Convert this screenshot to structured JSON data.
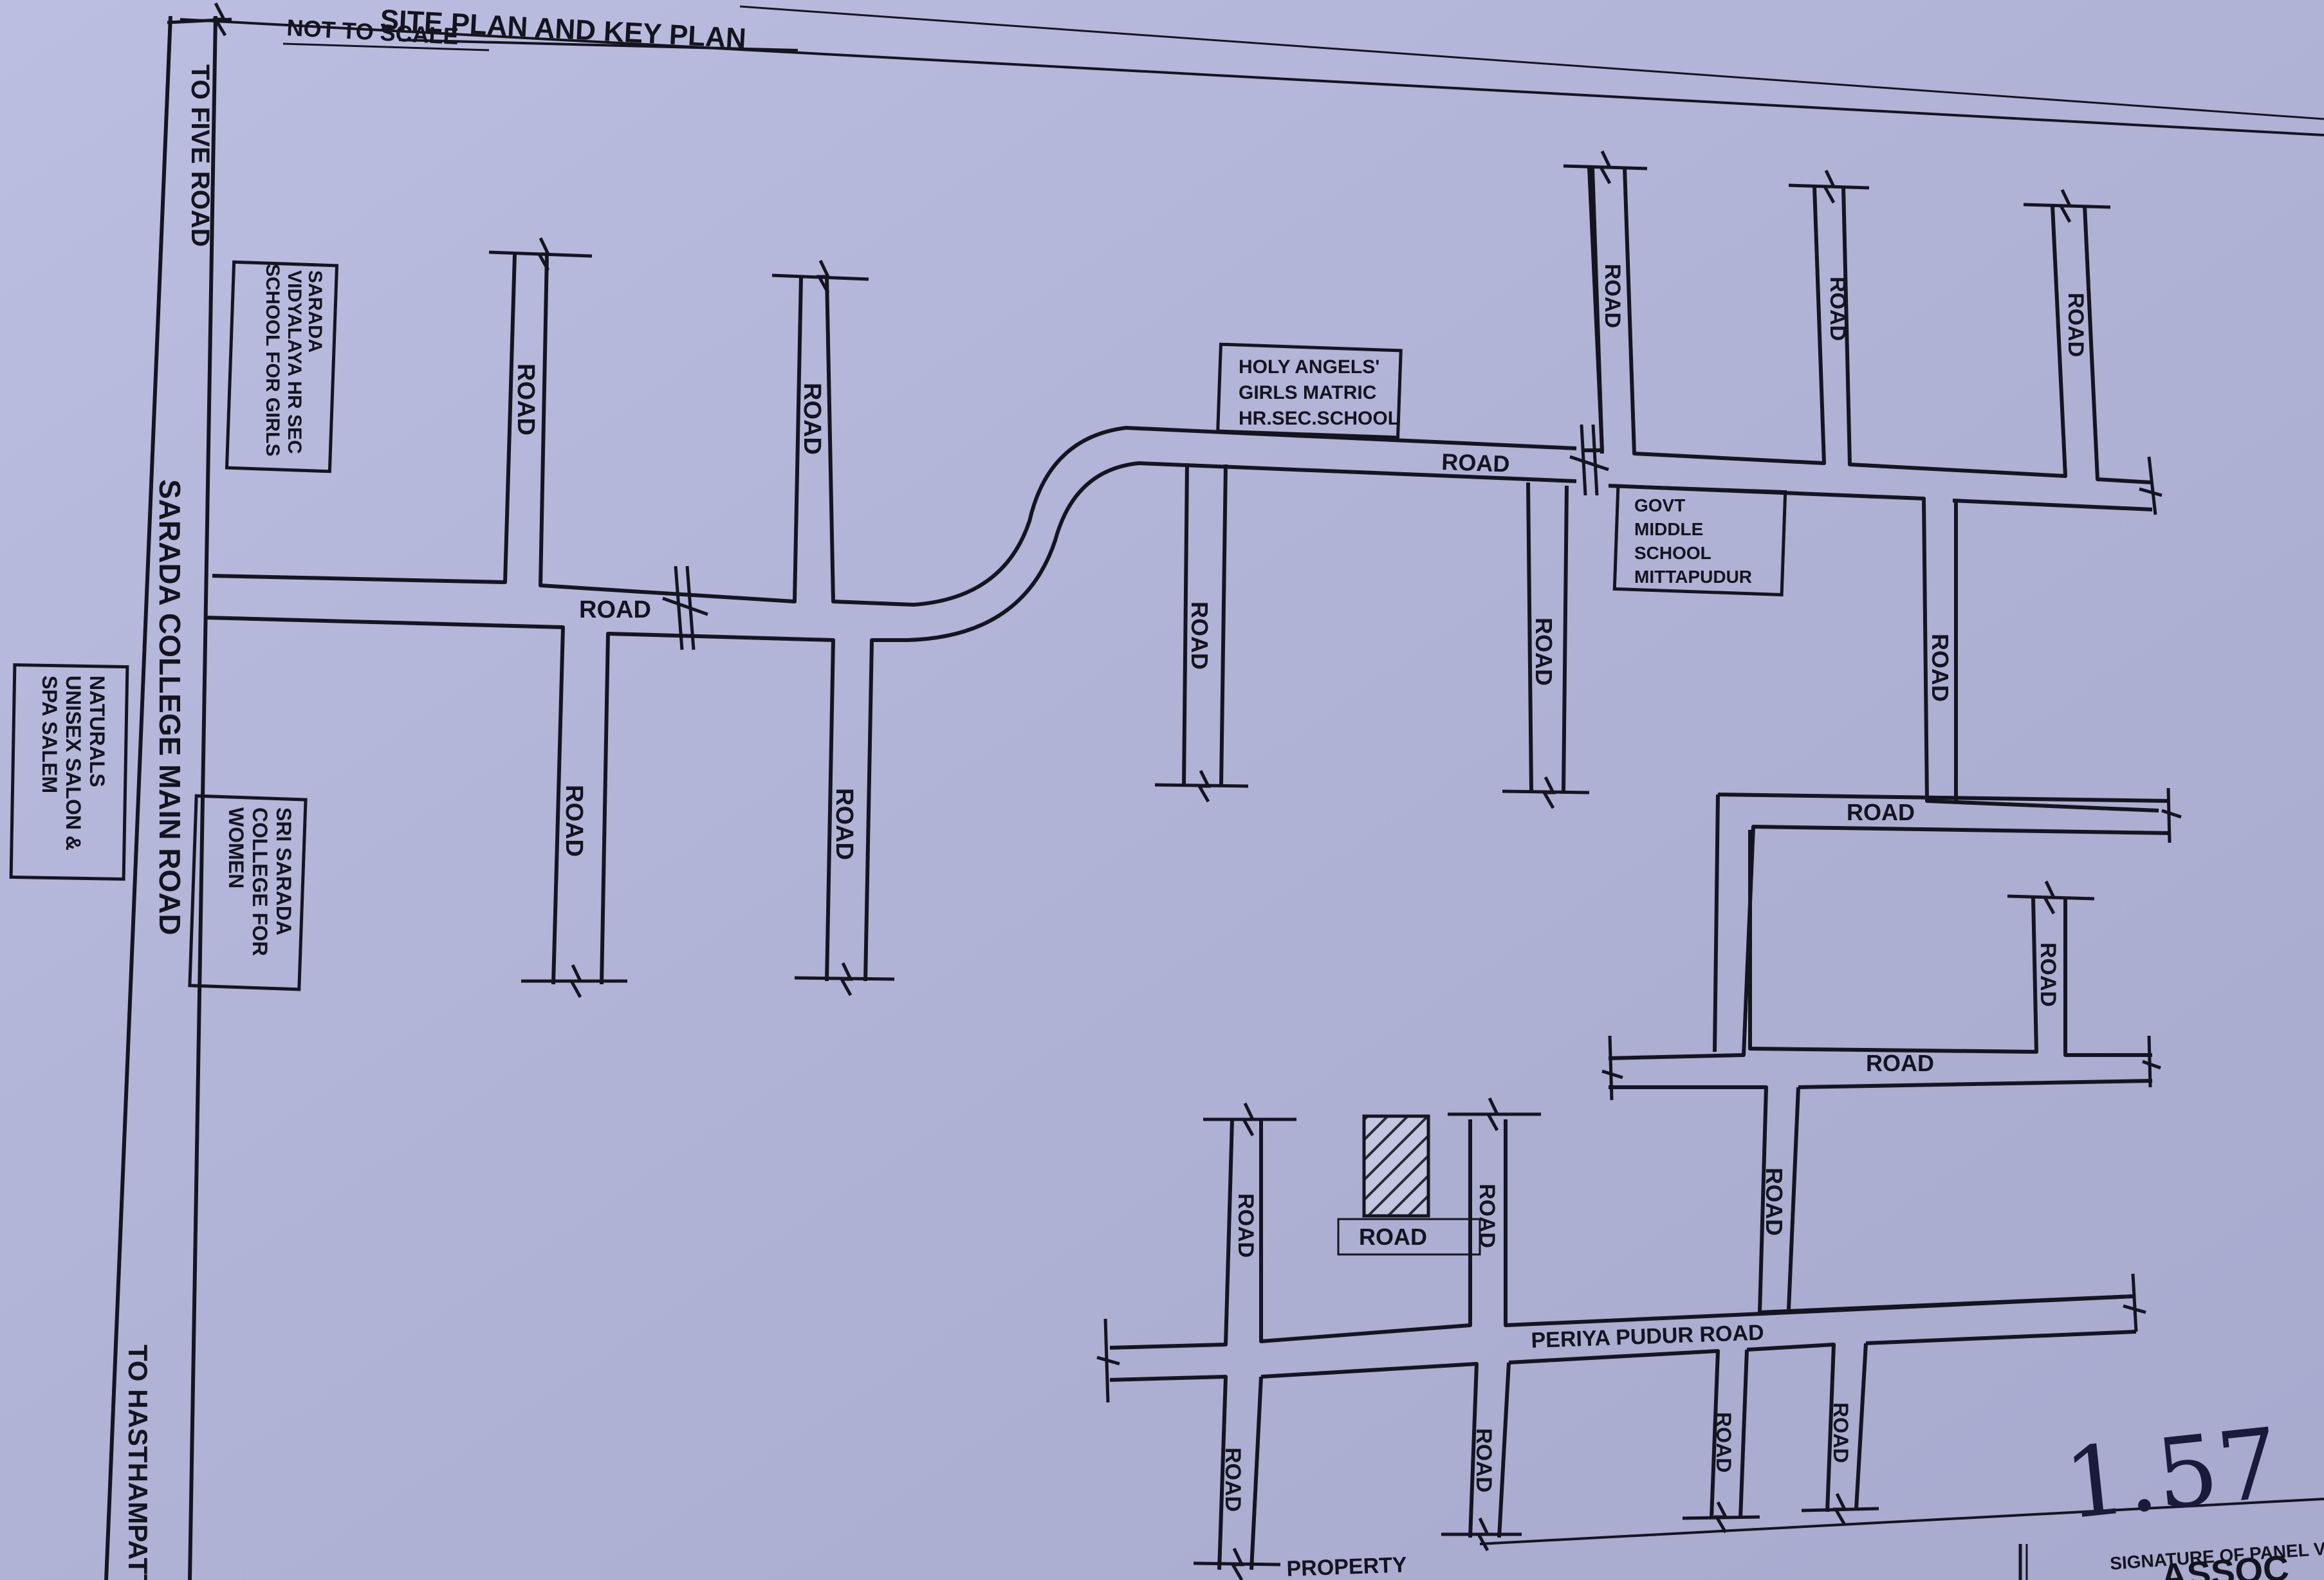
{
  "header": {
    "title": "SITE PLAN AND KEY PLAN",
    "scale_note": "NOT TO SCALE"
  },
  "main_road": {
    "name": "SARADA COLLEGE MAIN ROAD",
    "north_direction": "TO FIVE ROAD",
    "south_direction": "TO HASTHAMPATTI"
  },
  "landmarks": {
    "sarada_school": [
      "SARADA",
      "VIDYALAYA HR SEC",
      "SCHOOL FOR GIRLS"
    ],
    "sri_sarada_college": [
      "SRI SARADA",
      "COLLEGE FOR",
      "WOMEN"
    ],
    "naturals_salon": [
      "NATURALS",
      "UNISEX SALON &",
      "SPA SALEM"
    ],
    "holy_angels": [
      "HOLY ANGELS'",
      "GIRLS MATRIC",
      "HR.SEC.SCHOOL"
    ],
    "govt_school": [
      "GOVT",
      "MIDDLE",
      "SCHOOL",
      "MITTAPUDUR"
    ]
  },
  "roads": {
    "generic": "ROAD",
    "periya_pudur": "PERIYA PUDUR ROAD",
    "site_access": "ROAD"
  },
  "site": {
    "hatch_color": "#2a2a36"
  },
  "footer": {
    "signature_label": "SIGNATURE OF PANEL V",
    "assoc_fragment": "ASSOC",
    "property_fragment": "PROPERTY",
    "handwriting": "1.57"
  },
  "colors": {
    "paper": "#b6b8dc",
    "ink": "#14141e"
  }
}
